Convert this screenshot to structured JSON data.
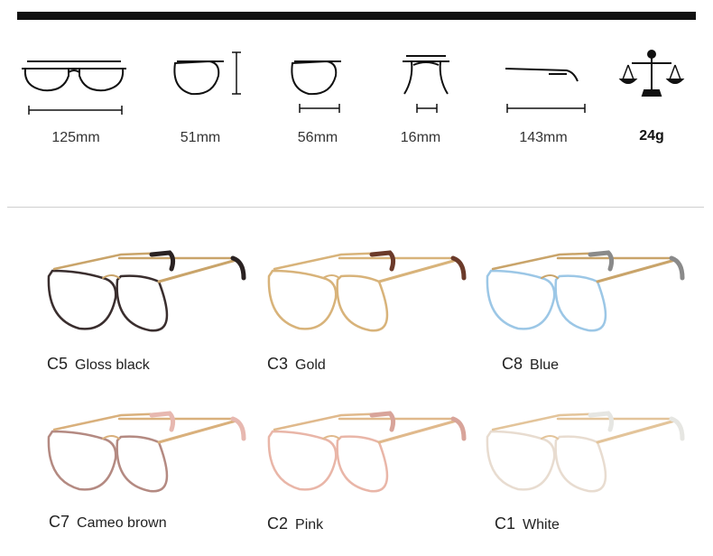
{
  "specs": [
    {
      "id": "frame-width",
      "icon": "frame-width-icon",
      "value": "125mm"
    },
    {
      "id": "lens-height",
      "icon": "lens-height-icon",
      "value": "51mm"
    },
    {
      "id": "lens-width",
      "icon": "lens-width-icon",
      "value": "56mm"
    },
    {
      "id": "bridge-width",
      "icon": "bridge-width-icon",
      "value": "16mm"
    },
    {
      "id": "temple-length",
      "icon": "temple-length-icon",
      "value": "143mm"
    },
    {
      "id": "weight",
      "icon": "scale-icon",
      "value": "24g"
    }
  ],
  "colors": [
    {
      "code": "C5",
      "name": "Gloss black",
      "rim": "#3a2e2e",
      "bridge": "#c9a46a",
      "tip": "#2a2222"
    },
    {
      "code": "C3",
      "name": "Gold",
      "rim": "#d8b37a",
      "bridge": "#d8b37a",
      "tip": "#6b3a2a"
    },
    {
      "code": "C8",
      "name": "Blue",
      "rim": "#9cc7e6",
      "bridge": "#c9a46a",
      "tip": "#8a8a8a"
    },
    {
      "code": "C7",
      "name": "Cameo brown",
      "rim": "#b48a82",
      "bridge": "#d9b07c",
      "tip": "#e7b8b0"
    },
    {
      "code": "C2",
      "name": "Pink",
      "rim": "#e9b6a8",
      "bridge": "#e0b98c",
      "tip": "#d8a49a"
    },
    {
      "code": "C1",
      "name": "White",
      "rim": "#e8dcd0",
      "bridge": "#e3c49a",
      "tip": "#e6e6e2"
    }
  ]
}
